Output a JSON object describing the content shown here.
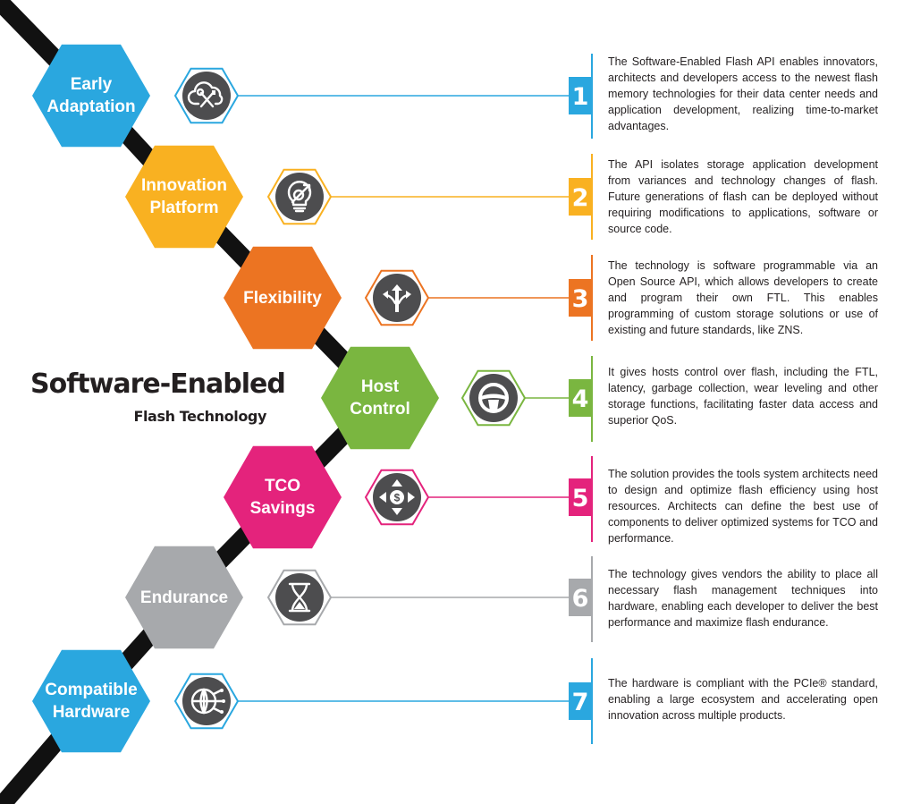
{
  "title": {
    "main": "Software-Enabled",
    "sub": "Flash Technology"
  },
  "steps": [
    {
      "number": "1",
      "label": "Early\nAdaptation",
      "icon": "cloud-tools-icon",
      "color": "#2aa7df",
      "description": "The Software-Enabled Flash API enables innovators, architects and developers access to the newest flash memory technologies for their data center needs and application development, realizing time-to-market advantages."
    },
    {
      "number": "2",
      "label": "Innovation\nPlatform",
      "icon": "lightbulb-target-icon",
      "color": "#f9b121",
      "description": "The API isolates storage application development from variances and technology changes of flash. Future generations of flash can be deployed without requiring modifications to applications, software or source code."
    },
    {
      "number": "3",
      "label": "Flexibility",
      "icon": "split-arrows-icon",
      "color": "#ec7422",
      "description": "The technology is software programmable via an Open Source API, which allows developers to create and program their own FTL. This enables programming of custom storage solutions or use of existing and future standards, like ZNS."
    },
    {
      "number": "4",
      "label": "Host\nControl",
      "icon": "steering-wheel-icon",
      "color": "#7ab640",
      "description": "It gives hosts control over flash, including the FTL, latency, garbage collection, wear leveling and other storage functions, facilitating faster data access and superior QoS."
    },
    {
      "number": "5",
      "label": "TCO\nSavings",
      "icon": "dollar-arrows-icon",
      "color": "#e4237c",
      "description": "The solution provides the tools system architects need to design and optimize flash efficiency using host resources. Architects can define the best use of components to deliver optimized systems for TCO and performance."
    },
    {
      "number": "6",
      "label": "Endurance",
      "icon": "hourglass-icon",
      "color": "#a7a9ac",
      "description": "The technology gives vendors the ability to place all necessary flash management techniques into hardware, enabling each developer to deliver the best performance and maximize flash endurance."
    },
    {
      "number": "7",
      "label": "Compatible\nHardware",
      "icon": "circuit-globe-icon",
      "color": "#2aa7df",
      "description": "The hardware is compliant with the PCIe® standard, enabling a large ecosystem and accelerating open innovation across multiple products."
    }
  ]
}
